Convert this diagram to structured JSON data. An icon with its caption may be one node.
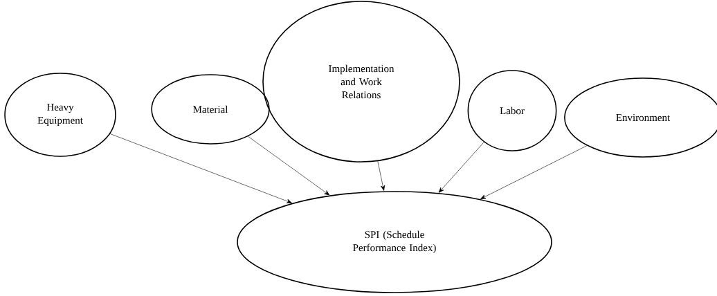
{
  "diagram": {
    "nodes": [
      {
        "text": [
          "Heavy Equipment"
        ]
      },
      {
        "text": [
          "Material"
        ]
      },
      {
        "text": [
          "Implementation and Work Relations"
        ]
      },
      {
        "text": [
          "Labor"
        ]
      },
      {
        "text": [
          "Environment"
        ]
      },
      {
        "text": [
          "SPI (Schedule Performance Index)"
        ]
      }
    ],
    "edges": [
      {
        "from": 0,
        "to": 5,
        "arrow": "to"
      },
      {
        "from": 1,
        "to": 5,
        "arrow": "to"
      },
      {
        "from": 2,
        "to": 5,
        "arrow": "to"
      },
      {
        "from": 3,
        "to": 5,
        "arrow": "to"
      },
      {
        "from": 4,
        "to": 5,
        "arrow": "to"
      }
    ]
  }
}
